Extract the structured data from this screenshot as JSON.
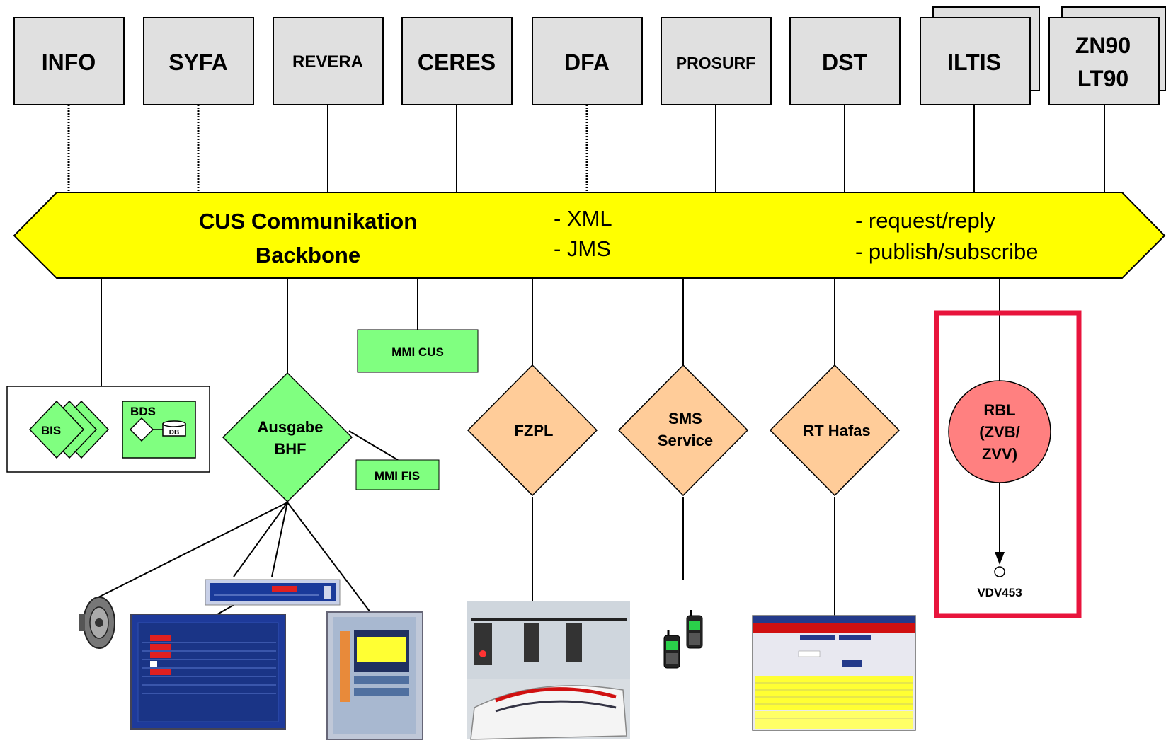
{
  "systems": [
    {
      "id": "info",
      "label": "INFO"
    },
    {
      "id": "syfa",
      "label": "SYFA"
    },
    {
      "id": "revera",
      "label": "REVERA"
    },
    {
      "id": "ceres",
      "label": "CERES"
    },
    {
      "id": "dfa",
      "label": "DFA"
    },
    {
      "id": "prosurf",
      "label": "PROSURF"
    },
    {
      "id": "dst",
      "label": "DST"
    },
    {
      "id": "iltis",
      "label": "ILTIS"
    },
    {
      "id": "zn90",
      "label_line1": "ZN90",
      "label_line2": "LT90"
    }
  ],
  "backbone": {
    "title_line1": "CUS Communikation",
    "title_line2": "Backbone",
    "protocols": [
      "- XML",
      "- JMS"
    ],
    "modes": [
      "- request/reply",
      "- publish/subscribe"
    ],
    "color": "#ffff00"
  },
  "nodes": {
    "bis": "BIS",
    "bds": "BDS",
    "db": "DB",
    "ausgabe_line1": "Ausgabe",
    "ausgabe_line2": "BHF",
    "mmi_cus": "MMI CUS",
    "mmi_fis": "MMI FIS",
    "fzpl": "FZPL",
    "sms_line1": "SMS",
    "sms_line2": "Service",
    "rt_hafas": "RT Hafas",
    "rbl_line1": "RBL",
    "rbl_line2": "(ZVB/",
    "rbl_line3": "ZVV)",
    "vdv": "VDV453"
  },
  "colors": {
    "green": "#80ff80",
    "orange": "#ffcc99",
    "rbl": "#ff8080",
    "highlight": "#e8143c",
    "box": "#e0e0e0"
  }
}
